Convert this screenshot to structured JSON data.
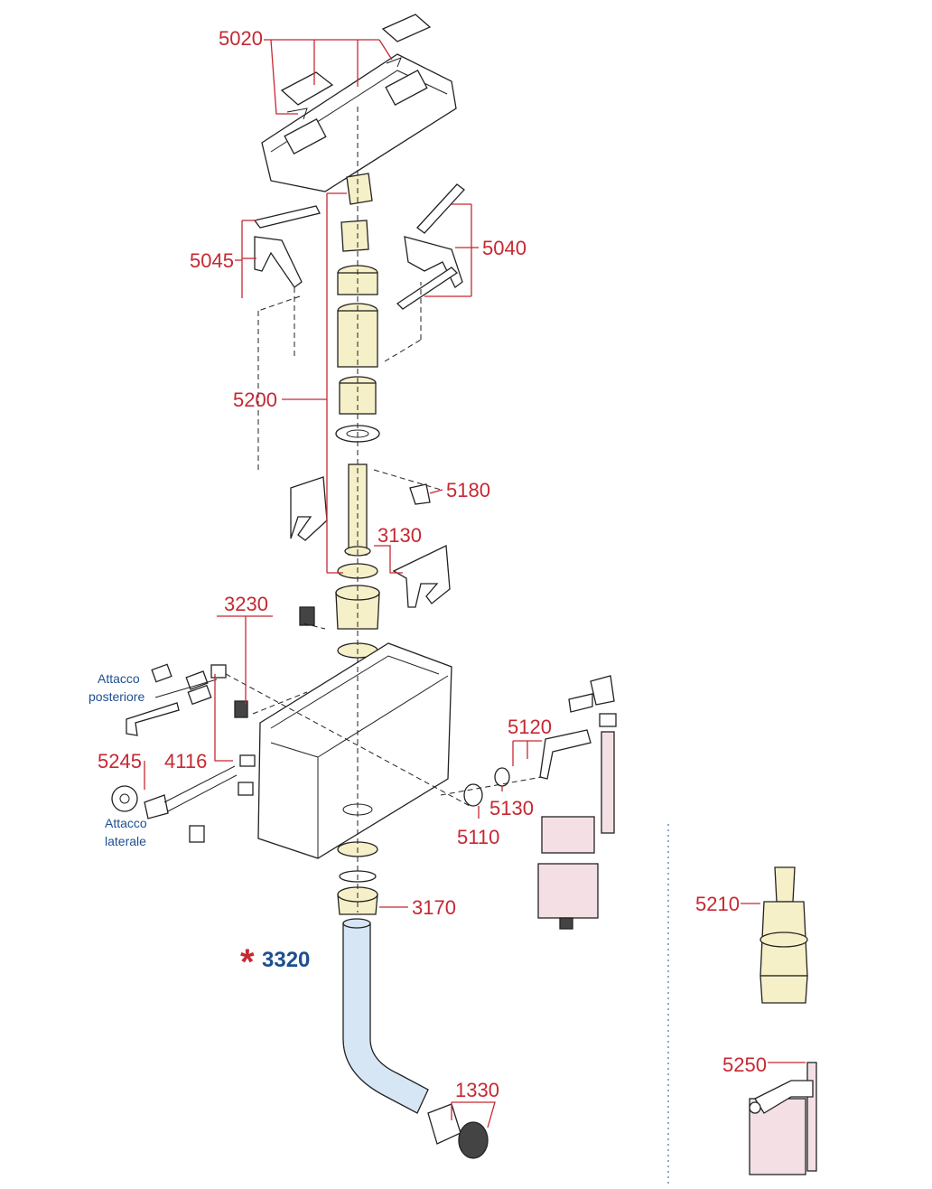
{
  "labels": {
    "p5020": "5020",
    "p5045": "5045",
    "p5040": "5040",
    "p5200": "5200",
    "p5180": "5180",
    "p3130": "3130",
    "p3230": "3230",
    "p5120": "5120",
    "p5245": "5245",
    "p4116": "4116",
    "p5130": "5130",
    "p5110": "5110",
    "p3170": "3170",
    "p3320": "3320",
    "p5210": "5210",
    "p5250": "5250",
    "p1330": "1330"
  },
  "notes": {
    "attacco_posteriore_l1": "Attacco",
    "attacco_posteriore_l2": "posteriore",
    "attacco_laterale_l1": "Attacco",
    "attacco_laterale_l2": "laterale"
  },
  "marker": "*",
  "colors": {
    "label": "#c62832",
    "note": "#1d4f91",
    "part_yellow": "#f6f0c8",
    "part_pink": "#f4e0e4",
    "part_blue": "#d6e6f4"
  }
}
